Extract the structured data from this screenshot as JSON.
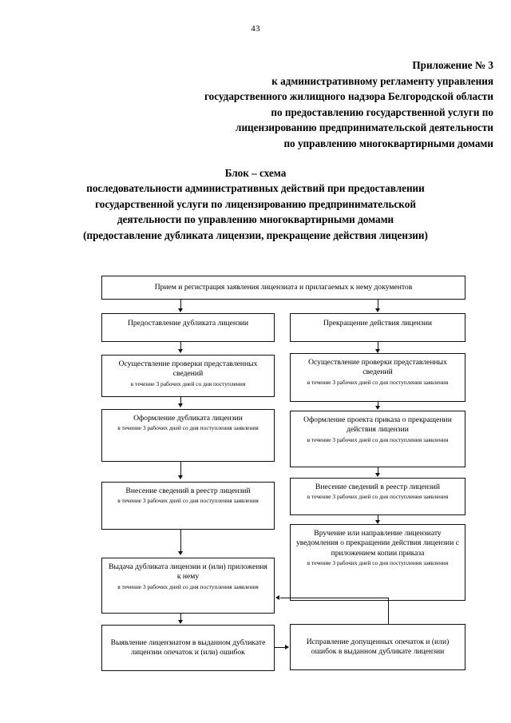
{
  "page": {
    "number": "43"
  },
  "header": {
    "lines": [
      "Приложение № 3",
      "к административному  регламенту управления",
      "государственного жилищного надзора Белгородской области",
      "по предоставлению государственной услуги по",
      "лицензированию предпринимательской деятельности",
      "по управлению многоквартирными домами"
    ]
  },
  "title": {
    "lines": [
      "Блок – схема",
      "последовательности административных действий при предоставлении",
      "государственной услуги по лицензированию предпринимательской",
      "деятельности по управлению многоквартирными домами",
      "(предоставление дубликата лицензии, прекращение действия лицензии)"
    ]
  },
  "flowchart": {
    "deadline_note": "в течение 3 рабочих дней со дня поступления",
    "deadline_note2": "заявления",
    "nodes": {
      "start": {
        "title": "Прием и регистрация заявления лицензиата и прилагаемых к нему документов",
        "sub": ""
      },
      "left_1": {
        "title": "Предоставление дубликата лицензии",
        "sub": ""
      },
      "left_2": {
        "title": "Осуществление проверки представленных сведений",
        "sub": "в течение 3 рабочих дней со дня поступления"
      },
      "left_3": {
        "title": "Оформление дубликата лицензии",
        "sub": "в течение 3 рабочих дней со дня поступления заявления"
      },
      "left_4": {
        "title": "Внесение сведений в реестр лицензий",
        "sub": "в течение 3 рабочих дней со дня поступления заявления"
      },
      "left_5": {
        "title": "Выдача дубликата лицензии и (или) приложения к нему",
        "sub": "в течение 3 рабочих дней со дня поступления заявления"
      },
      "left_6": {
        "title": "Выявление лицензиатом в выданном дубликате лицензии опечаток и (или) ошибок",
        "sub": ""
      },
      "right_1": {
        "title": "Прекращение действия лицензии",
        "sub": ""
      },
      "right_2": {
        "title": "Осуществление проверки представленных сведений",
        "sub": "в течение 3 рабочих дней со дня поступления заявления"
      },
      "right_3": {
        "title": "Оформление проекта приказа о прекращении действия лицензии",
        "sub": "в течение 3 рабочих дней со дня поступления заявления"
      },
      "right_4": {
        "title": "Внесение сведений в реестр лицензий",
        "sub": "в течение 3 рабочих дней со дня поступления заявления"
      },
      "right_5": {
        "title": "Вручение или направление лицензиату уведомления о прекращении действия лицензии с приложением копии приказа",
        "sub": "в течение 3 рабочих дней со дня поступления заявления"
      },
      "right_6": {
        "title": "Исправление допущенных опечаток и (или) ошибок в выданном дубликате лицензии",
        "sub": ""
      }
    }
  }
}
